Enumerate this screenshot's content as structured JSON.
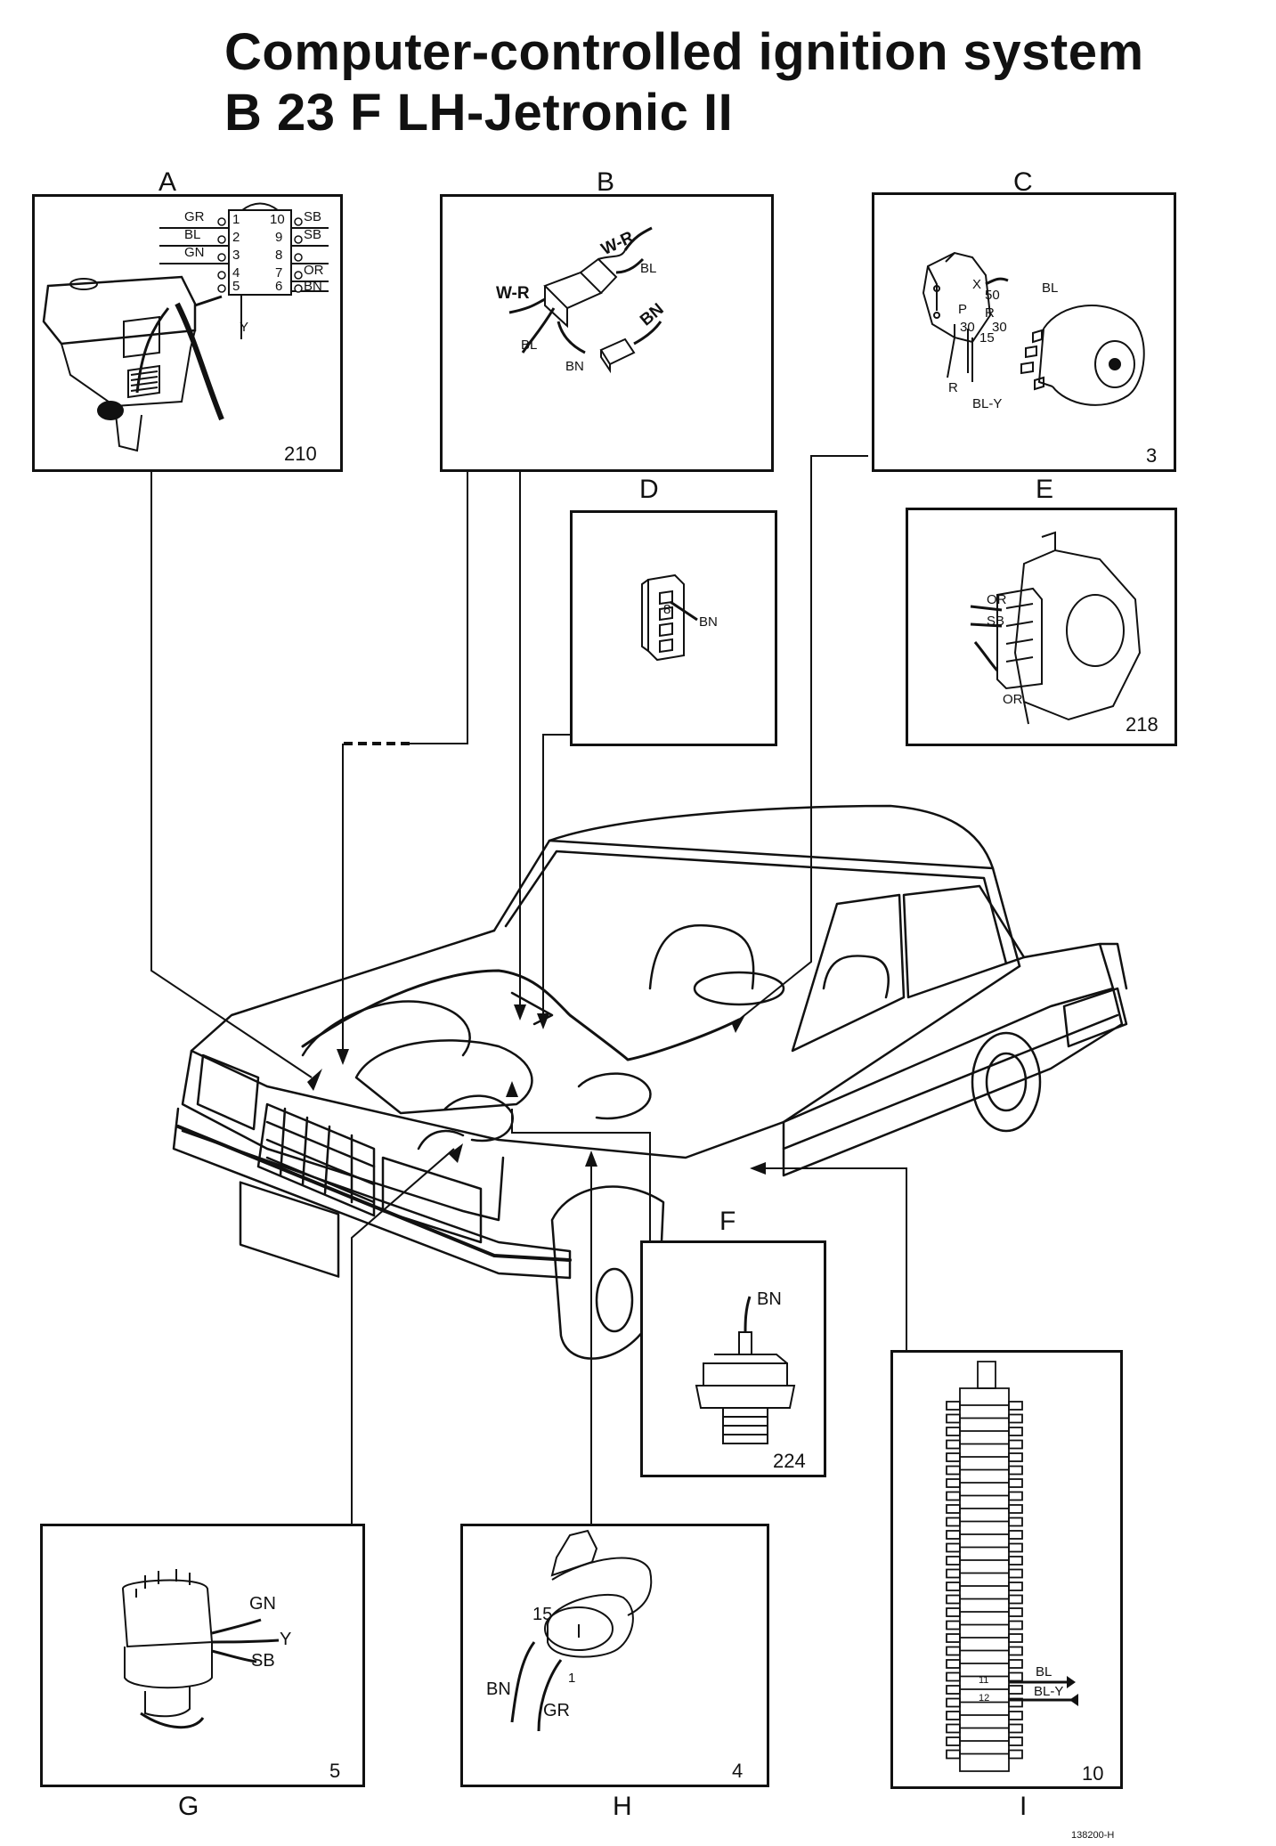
{
  "title": {
    "line1": "Computer-controlled ignition system",
    "line2": "B 23 F LH-Jetronic II"
  },
  "panels": {
    "A": {
      "letter": "A",
      "number": "210",
      "left_pins": [
        {
          "wire": "GR",
          "pin": "1"
        },
        {
          "wire": "BL",
          "pin": "2"
        },
        {
          "wire": "GN",
          "pin": "3"
        },
        {
          "wire": "",
          "pin": "4"
        },
        {
          "wire": "",
          "pin": "5"
        }
      ],
      "right_pins": [
        {
          "pin": "10",
          "wire": "SB"
        },
        {
          "pin": "9",
          "wire": "SB"
        },
        {
          "pin": "8",
          "wire": ""
        },
        {
          "pin": "7",
          "wire": "OR"
        },
        {
          "pin": "6",
          "wire": "BN"
        }
      ],
      "bottom_wire": "Y"
    },
    "B": {
      "letter": "B",
      "wires": [
        "W-R",
        "W-R",
        "BL",
        "BL",
        "BN",
        "BN"
      ]
    },
    "C": {
      "letter": "C",
      "number": "3",
      "terminals": [
        "X",
        "50",
        "P",
        "R",
        "30",
        "15",
        "30"
      ],
      "wires": [
        "BL",
        "R",
        "BL-Y"
      ]
    },
    "D": {
      "letter": "D",
      "pin": "8",
      "wire": "BN"
    },
    "E": {
      "letter": "E",
      "number": "218",
      "wires": [
        "OR",
        "SB",
        "OR"
      ]
    },
    "F": {
      "letter": "F",
      "number": "224",
      "wire": "BN"
    },
    "G": {
      "letter": "G",
      "number": "5",
      "wires": [
        "GN",
        "Y",
        "SB"
      ]
    },
    "H": {
      "letter": "H",
      "number": "4",
      "terminals": [
        "15",
        "1"
      ],
      "wires": [
        "BN",
        "GR"
      ]
    },
    "I": {
      "letter": "I",
      "number": "10",
      "terminals": [
        "11",
        "12"
      ],
      "wires": [
        "BL",
        "BL-Y"
      ]
    }
  },
  "doc_ref": "138200-H"
}
